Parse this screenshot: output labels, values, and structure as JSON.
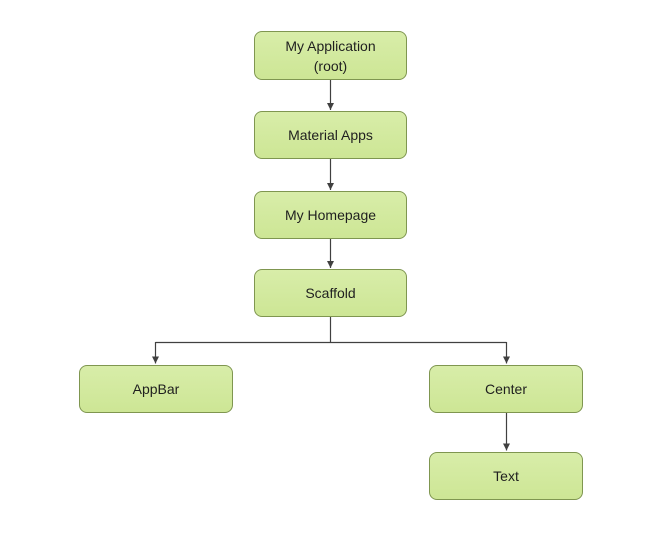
{
  "colors": {
    "canvas-bg": "#ffffff",
    "node-fill": "#cde695",
    "node-fill-light": "#d8eda9",
    "node-border": "#7f9650",
    "node-text": "#1f1f1f",
    "connector": "#404040"
  },
  "nodes": [
    {
      "id": "my-application",
      "label": "My Application\n(root)"
    },
    {
      "id": "material-apps",
      "label": "Material Apps"
    },
    {
      "id": "my-homepage",
      "label": "My Homepage"
    },
    {
      "id": "scaffold",
      "label": "Scaffold"
    },
    {
      "id": "appbar",
      "label": "AppBar"
    },
    {
      "id": "center",
      "label": "Center"
    },
    {
      "id": "text",
      "label": "Text"
    }
  ],
  "edges": [
    {
      "from": "my-application",
      "to": "material-apps"
    },
    {
      "from": "material-apps",
      "to": "my-homepage"
    },
    {
      "from": "my-homepage",
      "to": "scaffold"
    },
    {
      "from": "scaffold",
      "to": "appbar"
    },
    {
      "from": "scaffold",
      "to": "center"
    },
    {
      "from": "center",
      "to": "text"
    }
  ]
}
